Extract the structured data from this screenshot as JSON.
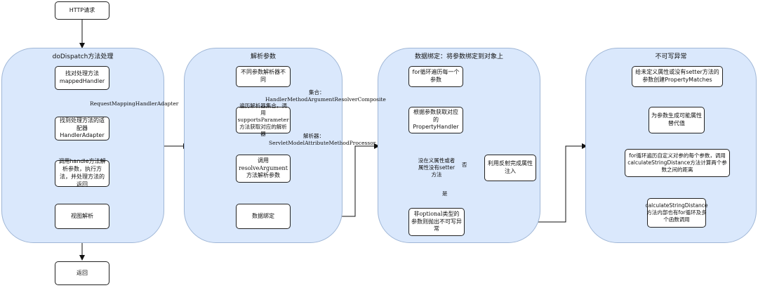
{
  "start": {
    "label": "HTTP请求"
  },
  "end": {
    "label": "返回"
  },
  "lanes": [
    {
      "title": "doDispatch方法处理"
    },
    {
      "title": "解析参数"
    },
    {
      "title": "数据绑定：将参数绑定到对象上"
    },
    {
      "title": "不可写异常"
    }
  ],
  "lane1": {
    "step1": "找对处理方法\nmappedHandler",
    "step2": "找到处理方法的适配器HandlerAdapter",
    "step3": "调用handle方法解析参数，执行方法，并处理方法的返回",
    "step4": "视图解析",
    "edge_label": "RequestMappingHandlerAdapter"
  },
  "lane2": {
    "step1": "不同参数解析器不同",
    "step2": "遍历解析器集合，调用supportsParameter方法获取对应的解析器",
    "step3": "调用resolveArgument\n方法解析参数",
    "step4": "数据绑定",
    "edge_label1_prefix": "集合：",
    "edge_label1": "HandlerMethodArgumentResolverComposite",
    "edge_label2_prefix": "解析器：",
    "edge_label2": "ServletModelAttributeMethodProcessor"
  },
  "lane3": {
    "step1": "for循环遍历每一个参数",
    "step2": "根据参数获取对应的PropertyHandler",
    "decision": "没在义属性或者属性没有setter方法",
    "step_no": "利用反射完成属性注入",
    "step_yes": "非optional类型的参数则抛出不可写异常",
    "no_label": "否",
    "yes_label": "是"
  },
  "lane4": {
    "step1": "给未定义属性或没有setter方法的参数创建PropertyMatches",
    "step2": "为参数生成可能属性替代值",
    "step3": "for循环遍历自定义对参的每个参数，调用calculateStringDistance方法计算两个参数之间的距离",
    "step4": "calculateStringDistance方法内部也有for循环及多个函数调用"
  }
}
